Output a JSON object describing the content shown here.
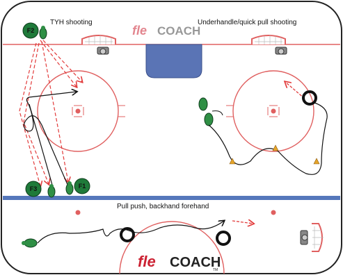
{
  "drills": {
    "left_title": "TYH shooting",
    "right_title": "Underhandle/quick pull shooting",
    "bottom_title": "Pull push, backhand forehand"
  },
  "logo": {
    "top_prefix": "fle",
    "top_word": "COACH",
    "bottom_prefix": "fle",
    "bottom_word": "COACH",
    "bottom_tm": "TM"
  },
  "players": {
    "f1": "F1",
    "f2": "F2",
    "f3": "F3"
  },
  "colors": {
    "ice": "#ffffff",
    "board": "#222222",
    "red_line": "#e06060",
    "blue_line": "#5577bb",
    "crease": "#5a74b5",
    "player_green": "#1f7a3a",
    "pass_red": "#e23a3a",
    "cone": "#e6a52a"
  },
  "icons": [
    "goal-net-icon",
    "goalie-icon",
    "player-icon",
    "tire-icon",
    "cone-icon",
    "faceoff-dot-icon"
  ]
}
